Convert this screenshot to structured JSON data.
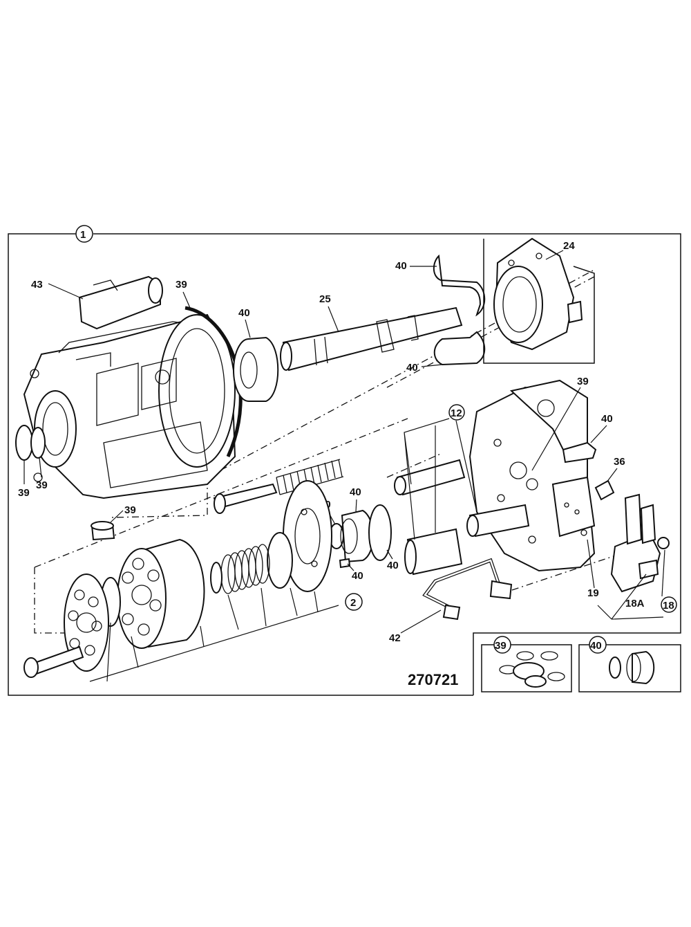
{
  "drawing_number": "270721",
  "callouts": {
    "c1": "1",
    "c2": "2",
    "c12": "12",
    "c18": "18",
    "c18a": "18A",
    "c19": "19",
    "c24": "24",
    "c25": "25",
    "c36": "36",
    "c42": "42",
    "c43": "43",
    "c39_band": "39",
    "c39_left_a": "39",
    "c39_left_b": "39",
    "c39_plug": "39",
    "c39_right": "39",
    "c40_bearing": "40",
    "c40_clip_top": "40",
    "c40_clip_bottom": "40",
    "c40_bolt": "40",
    "c40_ring_a": "40",
    "c40_ring_b": "40",
    "c40_pin": "40",
    "c40_ring_c": "40"
  },
  "kits": {
    "seal_kit": "39",
    "bearing_kit": "40"
  },
  "colors": {
    "line": "#111111",
    "paper": "#ffffff"
  }
}
